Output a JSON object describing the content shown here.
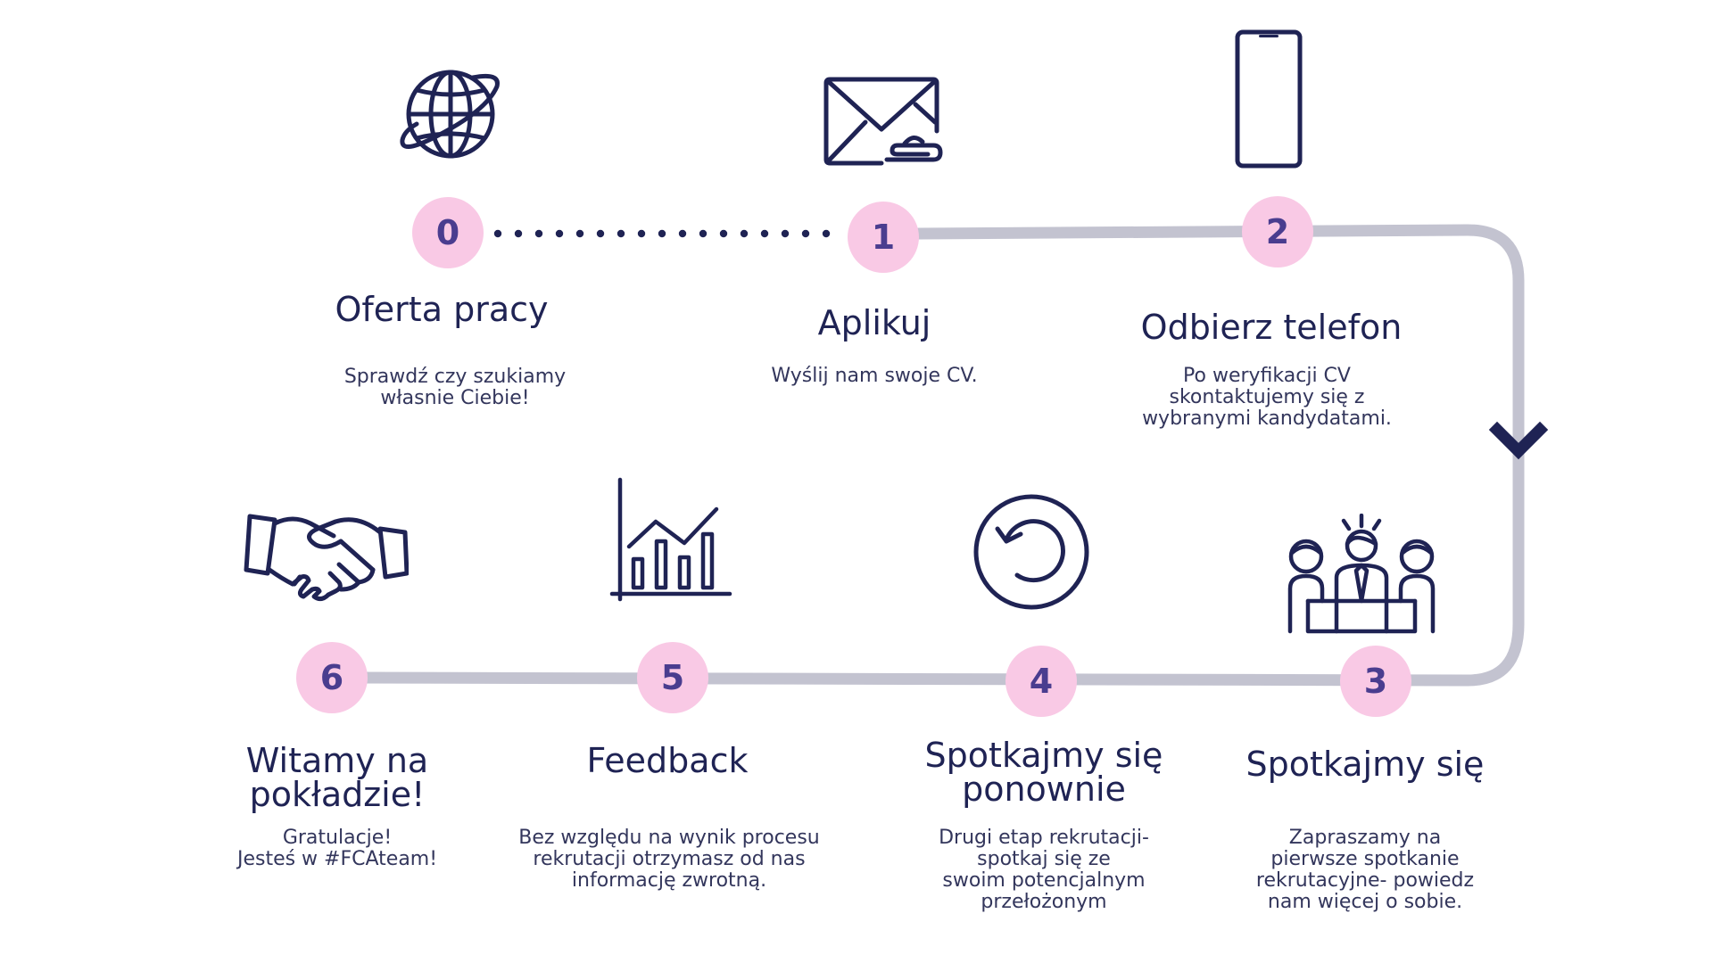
{
  "colors": {
    "navy": "#1f2354",
    "badge_fill": "#f9c9e5",
    "badge_text": "#4a3d8f",
    "track": "#c3c3d0"
  },
  "steps": [
    {
      "number": "0",
      "title": "Oferta pracy",
      "description": "Sprawdź czy szukiamy\nwłasnie Ciebie!",
      "icon": "globe-icon"
    },
    {
      "number": "1",
      "title": "Aplikuj",
      "description": "Wyślij nam swoje CV.",
      "icon": "envelope-icon"
    },
    {
      "number": "2",
      "title": "Odbierz telefon",
      "description": "Po weryfikacji CV\nskontaktujemy się z\nwybranymi kandydatami.",
      "icon": "smartphone-icon"
    },
    {
      "number": "3",
      "title": "Spotkajmy się",
      "description": "Zapraszamy na\npierwsze spotkanie\nrekrutacyjne- powiedz\nnam więcej o sobie.",
      "icon": "meeting-icon"
    },
    {
      "number": "4",
      "title": "Spotkajmy się\nponownie",
      "description": "Drugi etap rekrutacji-\nspotkaj się ze\nswoim potencjalnym\nprzełożonym",
      "icon": "refresh-icon"
    },
    {
      "number": "5",
      "title": "Feedback",
      "description": "Bez względu na wynik procesu\nrekrutacji otrzymasz od nas\ninformację zwrotną.",
      "icon": "bar-chart-icon"
    },
    {
      "number": "6",
      "title": "Witamy na\npokładzie!",
      "description": "Gratulacje!\nJesteś w #FCAteam!",
      "icon": "handshake-icon"
    }
  ]
}
